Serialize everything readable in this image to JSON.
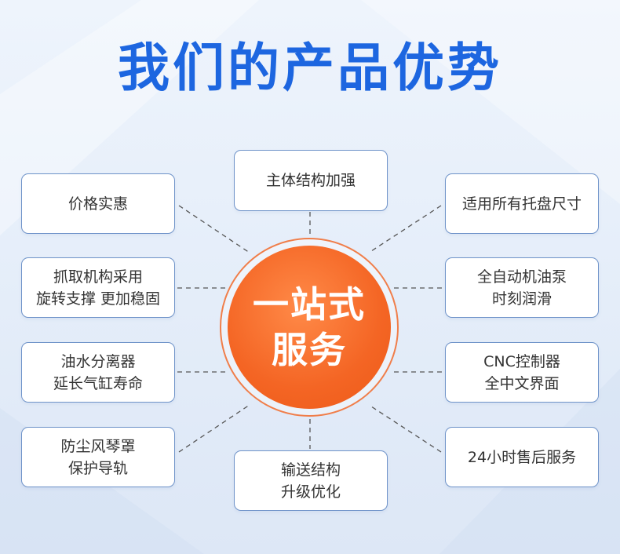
{
  "title": "我们的产品优势",
  "center": {
    "line1": "一站式",
    "line2": "服务"
  },
  "features": {
    "top": [
      "主体结构加强"
    ],
    "left_1": [
      "价格实惠"
    ],
    "left_2": [
      "抓取机构采用",
      "旋转支撑 更加稳固"
    ],
    "left_3": [
      "油水分离器",
      "延长气缸寿命"
    ],
    "left_4": [
      "防尘风琴罩",
      "保护导轨"
    ],
    "bottom": [
      "输送结构",
      "升级优化"
    ],
    "right_1": [
      "适用所有托盘尺寸"
    ],
    "right_2": [
      "全自动机油泵",
      "时刻润滑"
    ],
    "right_3": [
      "CNC控制器",
      "全中文界面"
    ],
    "right_4": [
      "24小时售后服务"
    ]
  },
  "colors": {
    "title": "#1d66e0",
    "hub": "#f46524",
    "box_border": "#6f93c9",
    "connector": "#555555"
  }
}
